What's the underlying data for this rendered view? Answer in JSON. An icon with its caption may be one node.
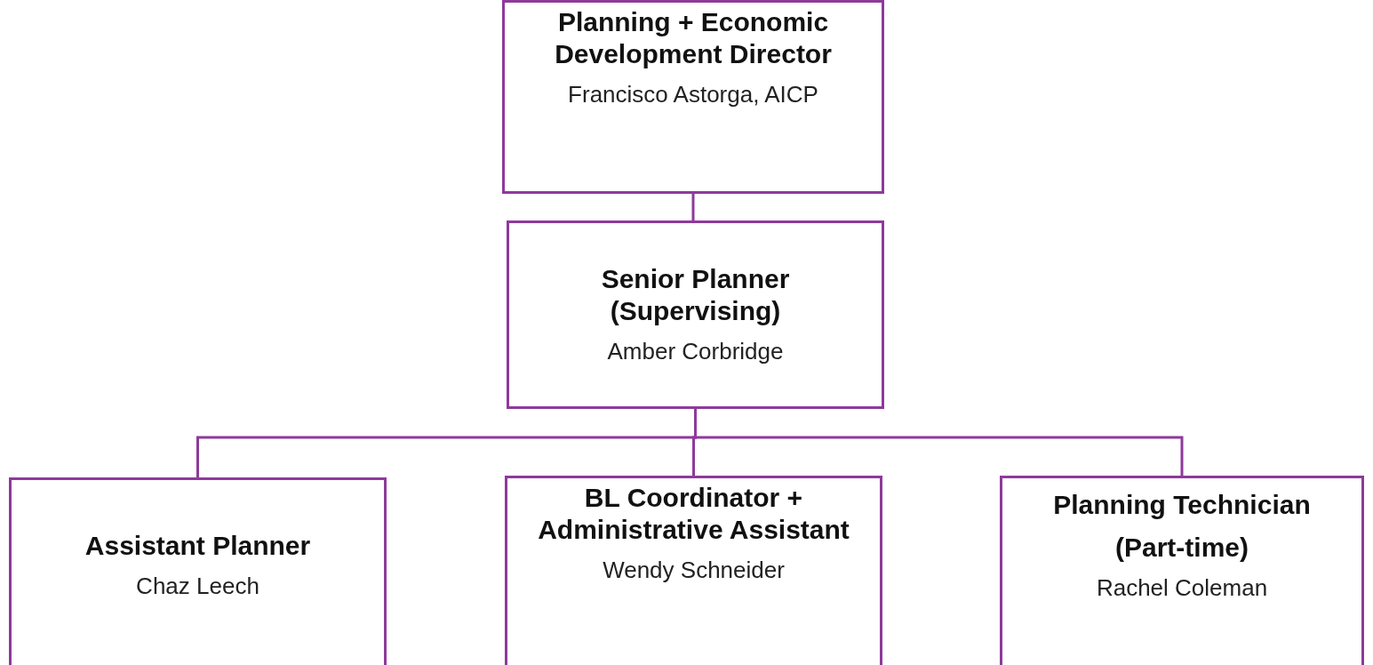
{
  "diagram": {
    "nodes": [
      {
        "text": [
          "Planning + Economic Development Director",
          "Francisco Astorga, AICP"
        ]
      },
      {
        "text": [
          "Senior Planner (Supervising)",
          "Amber Corbridge"
        ]
      },
      {
        "text": [
          "Assistant Planner",
          "Chaz Leech"
        ]
      },
      {
        "text": [
          "BL Coordinator + Administrative Assistant",
          "Wendy Schneider"
        ]
      },
      {
        "text": [
          "Planning Technician",
          "(Part-time)",
          "Rachel Coleman"
        ]
      }
    ],
    "edges": [
      {
        "from": 0,
        "to": 1,
        "arrow": "none"
      },
      {
        "from": 1,
        "to": 2,
        "arrow": "none"
      },
      {
        "from": 1,
        "to": 3,
        "arrow": "none"
      },
      {
        "from": 1,
        "to": 4,
        "arrow": "none"
      }
    ]
  }
}
